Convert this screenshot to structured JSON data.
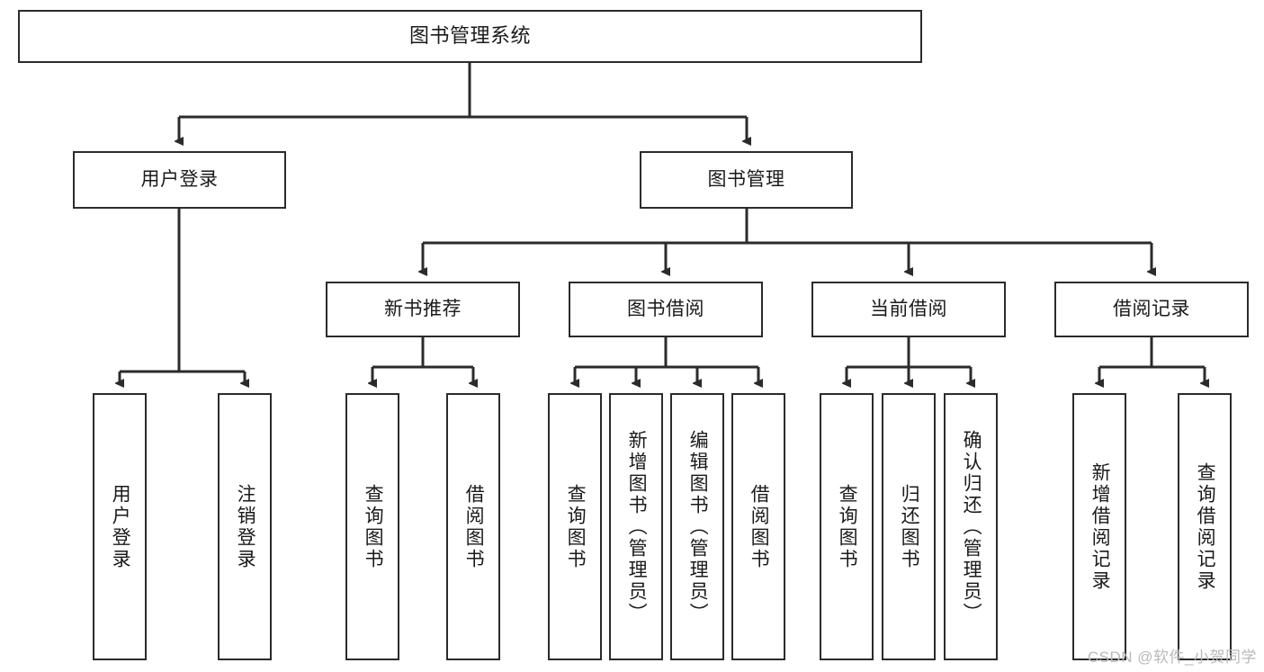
{
  "diagram": {
    "title": "图书管理系统",
    "type": "tree",
    "root": {
      "label": "图书管理系统"
    },
    "level2": [
      {
        "label": "用户登录"
      },
      {
        "label": "图书管理"
      }
    ],
    "level3": [
      {
        "label": "新书推荐"
      },
      {
        "label": "图书借阅"
      },
      {
        "label": "当前借阅"
      },
      {
        "label": "借阅记录"
      }
    ],
    "leaves": {
      "user_login": [
        {
          "label": "用户登录"
        },
        {
          "label": "注销登录"
        }
      ],
      "new_book_recommend": [
        {
          "label": "查询图书"
        },
        {
          "label": "借阅图书"
        }
      ],
      "book_borrow": [
        {
          "label": "查询图书"
        },
        {
          "label": "新增图书（管理员）"
        },
        {
          "label": "编辑图书（管理员）"
        },
        {
          "label": "借阅图书"
        }
      ],
      "current_borrow": [
        {
          "label": "查询图书"
        },
        {
          "label": "归还图书"
        },
        {
          "label": "确认归还（管理员）"
        }
      ],
      "borrow_record": [
        {
          "label": "新增借阅记录"
        },
        {
          "label": "查询借阅记录"
        }
      ]
    }
  },
  "watermark": {
    "text": "CSDN @软件_小贺同学"
  },
  "colors": {
    "box_border": "#2b2b2b",
    "box_fill": "#ffffff",
    "connector": "#2b2b2b",
    "text": "#1a1a1a",
    "watermark": "#b9b9b9"
  }
}
